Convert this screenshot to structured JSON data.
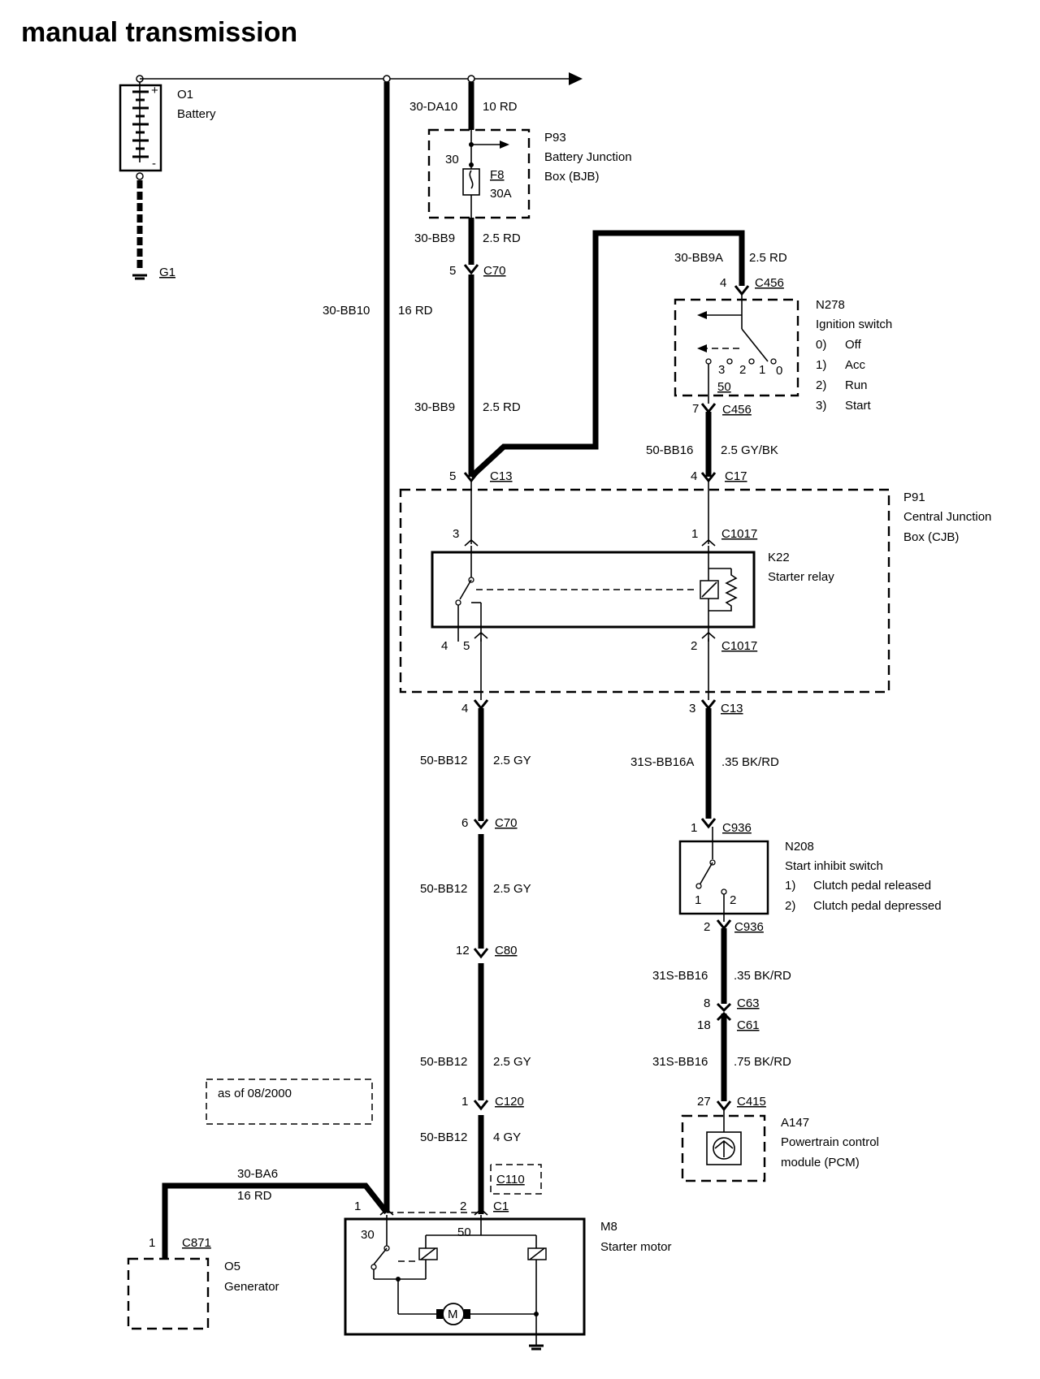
{
  "title": "manual transmission",
  "components": {
    "battery": {
      "id": "O1",
      "name": "Battery",
      "plus": "+",
      "minus": "-"
    },
    "ground": {
      "id": "G1"
    },
    "bjb": {
      "id": "P93",
      "name_line1": "Battery Junction",
      "name_line2": "Box (BJB)",
      "pin": "30",
      "fuse": "F8",
      "fuse_rating": "30A"
    },
    "ignition": {
      "id": "N278",
      "name": "Ignition switch",
      "positions": [
        {
          "num": "0)",
          "label": "Off"
        },
        {
          "num": "1)",
          "label": "Acc"
        },
        {
          "num": "2)",
          "label": "Run"
        },
        {
          "num": "3)",
          "label": "Start"
        }
      ],
      "contact_labels": [
        "3",
        "2",
        "1",
        "0"
      ],
      "out_pin": "50"
    },
    "cjb": {
      "id": "P91",
      "name_line1": "Central Junction",
      "name_line2": "Box (CJB)"
    },
    "relay": {
      "id": "K22",
      "name": "Starter relay"
    },
    "inhibit": {
      "id": "N208",
      "name": "Start inhibit switch",
      "positions": [
        {
          "num": "1)",
          "label": "Clutch pedal released"
        },
        {
          "num": "2)",
          "label": "Clutch pedal depressed"
        }
      ],
      "contact_labels": [
        "1",
        "2"
      ]
    },
    "pcm": {
      "id": "A147",
      "name_line1": "Powertrain control",
      "name_line2": "module (PCM)"
    },
    "generator": {
      "id": "O5",
      "name": "Generator"
    },
    "starter": {
      "id": "M8",
      "name": "Starter motor",
      "pin30": "30",
      "pin50": "50",
      "motor": "M"
    },
    "note": "as of 08/2000"
  },
  "wires": {
    "w1": {
      "code": "30-DA10",
      "spec": "10 RD"
    },
    "w2": {
      "code": "30-BB9",
      "spec": "2.5 RD"
    },
    "w3": {
      "code": "30-BB9",
      "spec": "2.5 RD"
    },
    "w4": {
      "code": "30-BB9A",
      "spec": "2.5 RD"
    },
    "w5": {
      "code": "30-BB10",
      "spec": "16 RD"
    },
    "w6": {
      "code": "50-BB16",
      "spec": "2.5 GY/BK"
    },
    "w7": {
      "code": "50-BB12",
      "spec": "2.5 GY"
    },
    "w8": {
      "code": "50-BB12",
      "spec": "2.5 GY"
    },
    "w9": {
      "code": "50-BB12",
      "spec": "2.5 GY"
    },
    "w10": {
      "code": "50-BB12",
      "spec": "4 GY"
    },
    "w11": {
      "code": "31S-BB16A",
      "spec": ".35 BK/RD"
    },
    "w12": {
      "code": "31S-BB16",
      "spec": ".35 BK/RD"
    },
    "w13": {
      "code": "31S-BB16",
      "spec": ".75 BK/RD"
    },
    "w14": {
      "code": "30-BA6",
      "spec": "16 RD"
    }
  },
  "connectors": {
    "c70a": {
      "pin": "5",
      "name": "C70"
    },
    "c456a": {
      "pin": "4",
      "name": "C456"
    },
    "c456b": {
      "pin": "7",
      "name": "C456"
    },
    "c13a": {
      "pin": "5",
      "name": "C13"
    },
    "c17": {
      "pin": "4",
      "name": "C17"
    },
    "c1017a": {
      "pin3": "3",
      "pin1": "1",
      "name": "C1017"
    },
    "c1017b": {
      "pin4": "4",
      "pin5": "5",
      "pin2": "2",
      "name": "C1017"
    },
    "c13b_left": {
      "pin": "4"
    },
    "c13b": {
      "pin": "3",
      "name": "C13"
    },
    "c70b": {
      "pin": "6",
      "name": "C70"
    },
    "c80": {
      "pin": "12",
      "name": "C80"
    },
    "c120": {
      "pin": "1",
      "name": "C120"
    },
    "c110": {
      "name": "C110"
    },
    "c1": {
      "pin1": "1",
      "pin2": "2",
      "name": "C1"
    },
    "c936a": {
      "pin": "1",
      "name": "C936"
    },
    "c936b": {
      "pin": "2",
      "name": "C936"
    },
    "c63": {
      "pin": "8",
      "name": "C63"
    },
    "c61": {
      "pin": "18",
      "name": "C61"
    },
    "c415": {
      "pin": "27",
      "name": "C415"
    },
    "c871": {
      "pin": "1",
      "name": "C871"
    }
  }
}
